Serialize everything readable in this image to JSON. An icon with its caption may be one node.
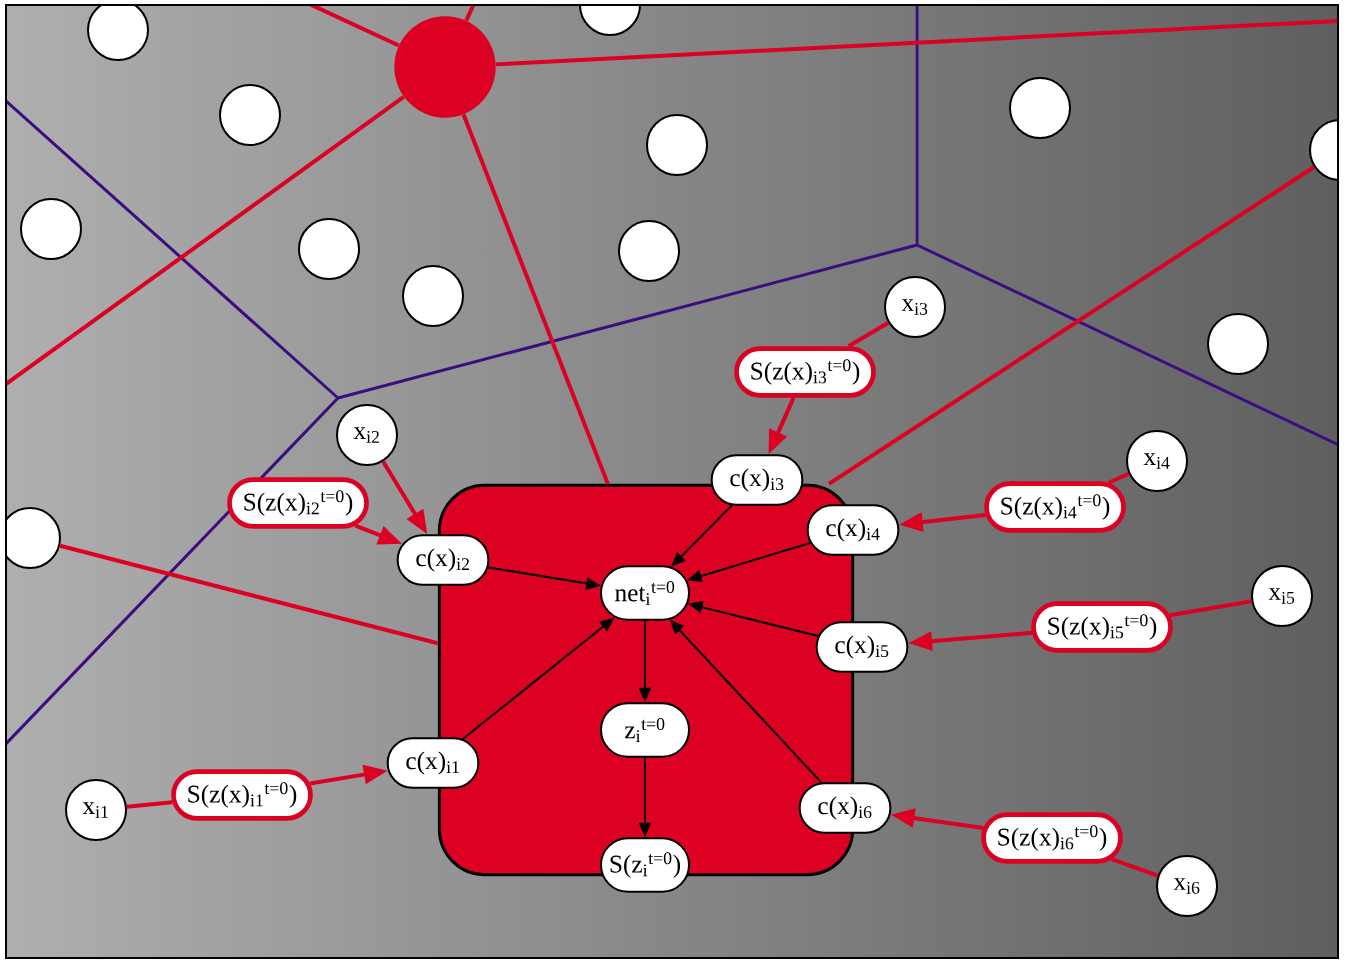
{
  "diagram": {
    "nodes": [
      {
        "text": [],
        "shape": "circle"
      },
      {
        "text": [],
        "shape": "circle"
      },
      {
        "text": [],
        "shape": "circle"
      },
      {
        "text": [],
        "shape": "circle"
      },
      {
        "text": [],
        "shape": "circle"
      },
      {
        "text": [],
        "shape": "circle"
      },
      {
        "text": [],
        "shape": "circle"
      },
      {
        "text": [],
        "shape": "circle"
      },
      {
        "text": [],
        "shape": "circle"
      },
      {
        "text": [],
        "shape": "circle"
      },
      {
        "text": [],
        "shape": "circle"
      },
      {
        "text": [],
        "shape": "circle"
      },
      {
        "text": [],
        "shape": "circle"
      },
      {
        "text": [],
        "shape": "box"
      },
      {
        "text": [
          "net$_{i}$$^{t=0}$"
        ],
        "in": 13
      },
      {
        "text": [
          "z$_{i}$$^{t=0}$"
        ],
        "in": 13
      },
      {
        "text": [
          "S(z$_{i}$$^{t=0}$)"
        ]
      },
      {
        "text": [
          "x$_{i1}$"
        ]
      },
      {
        "text": [
          "S(z(x)$_{i1}$$^{t=0}$)"
        ]
      },
      {
        "text": [
          "c(x)$_{i1}$"
        ]
      },
      {
        "text": [
          "x$_{i2}$"
        ]
      },
      {
        "text": [
          "S(z(x)$_{i2}$$^{t=0}$)"
        ]
      },
      {
        "text": [
          "c(x)$_{i2}$"
        ]
      },
      {
        "text": [
          "x$_{i3}$"
        ]
      },
      {
        "text": [
          "S(z(x)$_{i3}$$^{t=0}$)"
        ]
      },
      {
        "text": [
          "c(x)$_{i3}$"
        ]
      },
      {
        "text": [
          "x$_{i4}$"
        ]
      },
      {
        "text": [
          "S(z(x)$_{i4}$$^{t=0}$)"
        ]
      },
      {
        "text": [
          "c(x)$_{i4}$"
        ]
      },
      {
        "text": [
          "x$_{i5}$"
        ]
      },
      {
        "text": [
          "S(z(x)$_{i5}$$^{t=0}$)"
        ]
      },
      {
        "text": [
          "c(x)$_{i5}$"
        ]
      },
      {
        "text": [
          "x$_{i6}$"
        ]
      },
      {
        "text": [
          "S(z(x)$_{i6}$$^{t=0}$)"
        ]
      },
      {
        "text": [
          "c(x)$_{i6}$"
        ]
      }
    ],
    "edges": [
      {
        "from": 17,
        "to": 18,
        "arrow": "none"
      },
      {
        "from": 18,
        "to": 19,
        "arrow": "to"
      },
      {
        "from": 19,
        "to": 14,
        "arrow": "to",
        "color": "#000000"
      },
      {
        "from": 20,
        "to": 22,
        "arrow": "to"
      },
      {
        "from": 21,
        "to": 22,
        "arrow": "to"
      },
      {
        "from": 22,
        "to": 14,
        "arrow": "to",
        "color": "#000000"
      },
      {
        "from": 23,
        "to": 24,
        "arrow": "none"
      },
      {
        "from": 24,
        "to": 25,
        "arrow": "to"
      },
      {
        "from": 25,
        "to": 14,
        "arrow": "to",
        "color": "#000000"
      },
      {
        "from": 26,
        "to": 27,
        "arrow": "none"
      },
      {
        "from": 27,
        "to": 28,
        "arrow": "to"
      },
      {
        "from": 28,
        "to": 14,
        "arrow": "to",
        "color": "#000000"
      },
      {
        "from": 29,
        "to": 30,
        "arrow": "none"
      },
      {
        "from": 30,
        "to": 31,
        "arrow": "to"
      },
      {
        "from": 31,
        "to": 14,
        "arrow": "to",
        "color": "#000000"
      },
      {
        "from": 32,
        "to": 33,
        "arrow": "none"
      },
      {
        "from": 33,
        "to": 34,
        "arrow": "to"
      },
      {
        "from": 34,
        "to": 14,
        "arrow": "to",
        "color": "#000000"
      },
      {
        "from": 14,
        "to": 15,
        "arrow": "to",
        "color": "#000000"
      },
      {
        "from": 15,
        "to": 16,
        "arrow": "to",
        "color": "#000000"
      },
      {
        "from": 0,
        "to": 13,
        "arrow": "none"
      },
      {
        "from": 0,
        "to": null,
        "arrow": "none"
      },
      {
        "from": 0,
        "to": null,
        "arrow": "none"
      },
      {
        "from": 0,
        "to": null,
        "arrow": "none"
      },
      {
        "from": 0,
        "to": null,
        "arrow": "none"
      },
      {
        "from": 13,
        "to": 6,
        "arrow": "none"
      },
      {
        "from": 12,
        "to": 13,
        "arrow": "none"
      }
    ]
  }
}
